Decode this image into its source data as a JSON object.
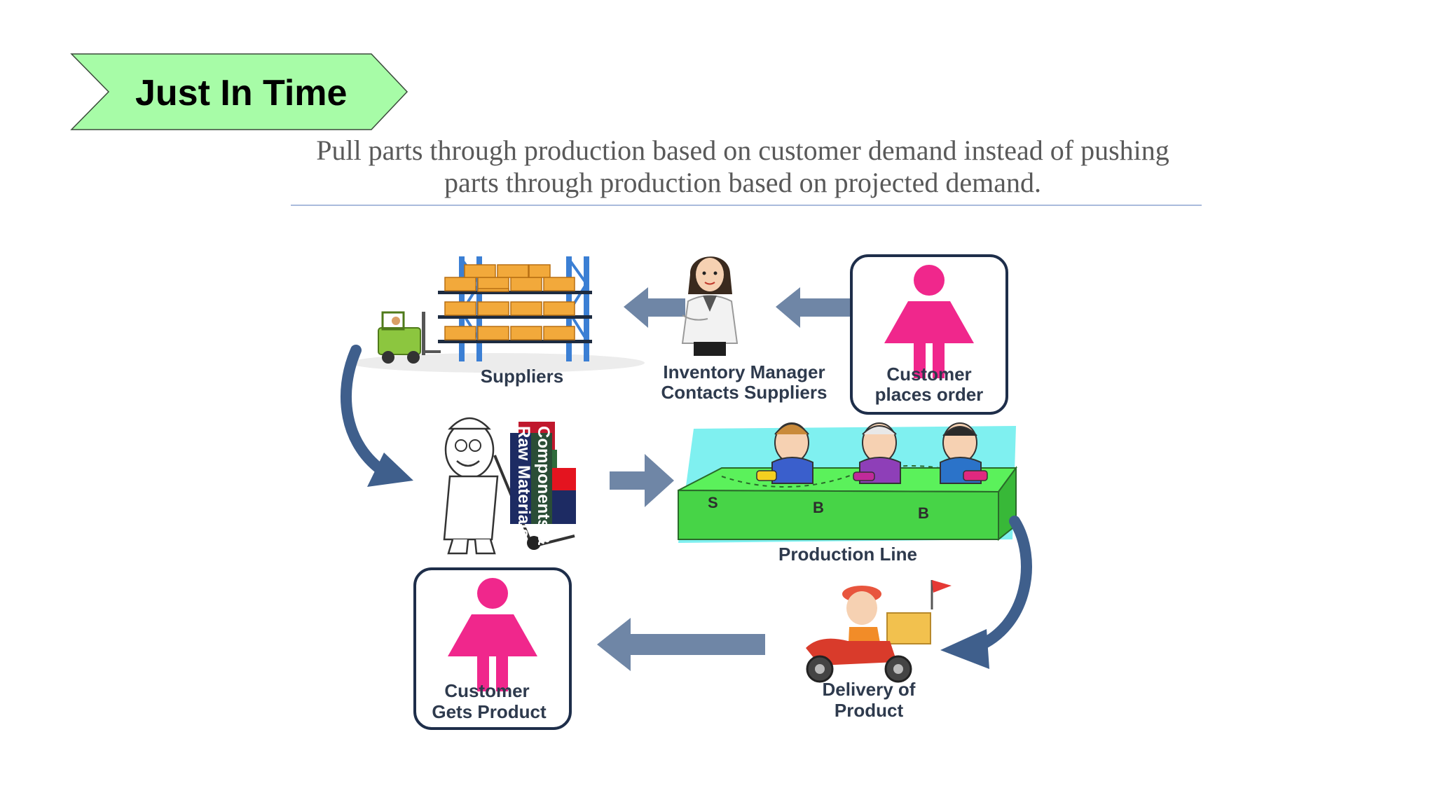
{
  "title": "Just In Time",
  "subtitle_line1": "Pull parts through production based on customer demand instead of pushing",
  "subtitle_line2": "parts through production based on projected demand.",
  "colors": {
    "banner_fill": "#a7fca7",
    "flow_arrow": "#6f86a6",
    "curved_arrow": "#3f5f8c",
    "customer_icon": "#f0278c",
    "label_text": "#2e3a4d",
    "conveyor": "#5bf15b",
    "backdrop": "#7ff0f0"
  },
  "diagram": {
    "suppliers_label": "Suppliers",
    "inventory_label_line1": "Inventory Manager",
    "inventory_label_line2": "Contacts Suppliers",
    "customer_order_label_line1": "Customer",
    "customer_order_label_line2": "places order",
    "materials_line1": "Components &",
    "materials_line2": "Raw Materials",
    "production_label": "Production Line",
    "stage_label_1": "S",
    "stage_label_2": "B",
    "stage_label_3": "B",
    "delivery_label_line1": "Delivery of",
    "delivery_label_line2": "Product",
    "customer_gets_label_line1": "Customer",
    "customer_gets_label_line2": "Gets Product"
  }
}
